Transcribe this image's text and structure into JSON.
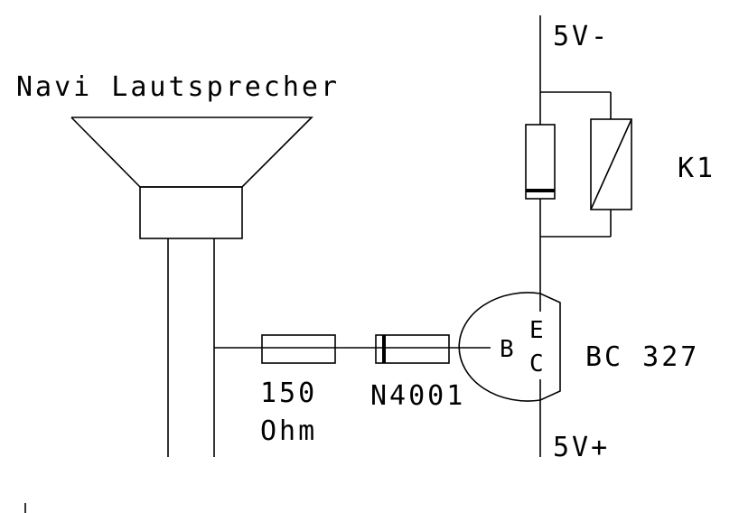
{
  "diagram": {
    "title": "Navi Lautsprecher",
    "nodes": {
      "supply_negative": "5V-",
      "supply_positive": "5V+"
    },
    "components": {
      "speaker": {
        "name": "Navi Lautsprecher"
      },
      "resistor": {
        "value_line1": "150",
        "value_line2": "Ohm"
      },
      "diode": {
        "part": "N4001"
      },
      "relay": {
        "designator": "K1"
      },
      "transistor": {
        "part": "BC 327",
        "pin_base": "B",
        "pin_emitter": "E",
        "pin_collector": "C"
      }
    },
    "colors": {
      "line": "#000000",
      "background": "#ffffff"
    }
  }
}
